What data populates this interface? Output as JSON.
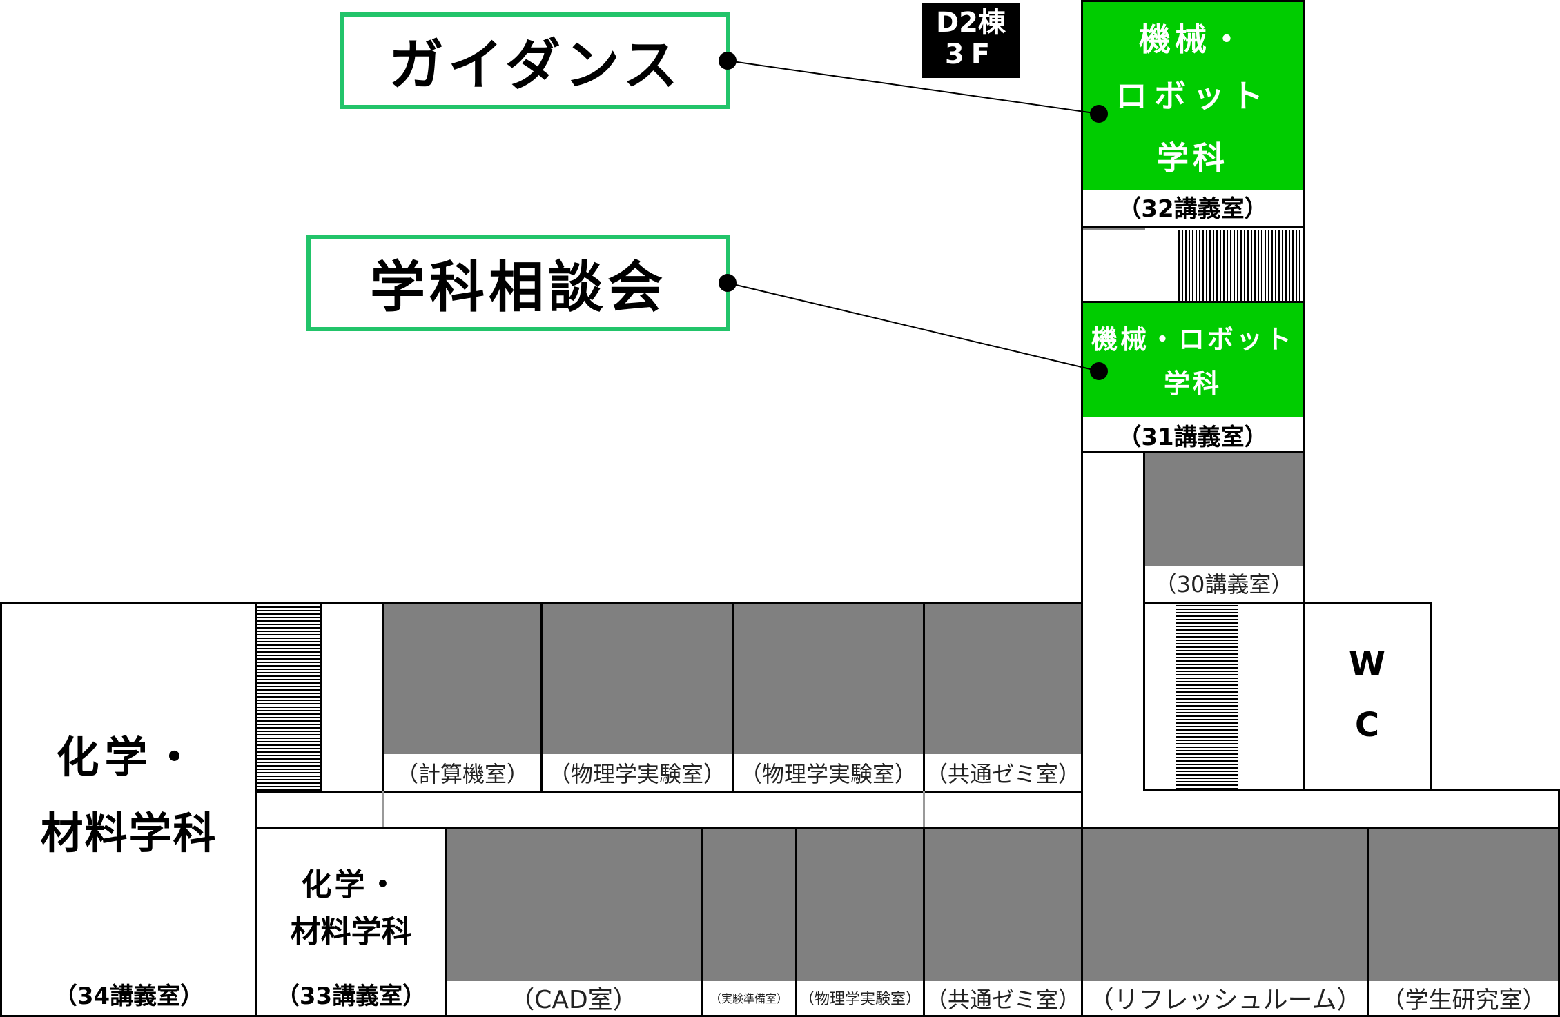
{
  "building": {
    "name": "D2棟",
    "floor": "3F"
  },
  "callouts": {
    "guidance": "ガイダンス",
    "consultation": "学科相談会"
  },
  "rooms": {
    "r32": {
      "dept_line1": "機械・",
      "dept_line2": "ロボット",
      "dept_line3": "学科",
      "name": "（32講義室）"
    },
    "r31": {
      "dept_line1": "機械・ロボット",
      "dept_line2": "学科",
      "name": "（31講義室）"
    },
    "r30": {
      "name": "（30講義室）"
    },
    "wc": {
      "line1": "W",
      "line2": "C"
    },
    "r34": {
      "dept_line1": "化学・",
      "dept_line2": "材料学科",
      "name": "（34講義室）"
    },
    "r33": {
      "dept_line1": "化学・",
      "dept_line2": "材料学科",
      "name": "（33講義室）"
    },
    "computing": {
      "name": "（計算機室）"
    },
    "physics1": {
      "name": "（物理学実験室）"
    },
    "physics2": {
      "name": "（物理学実験室）"
    },
    "seminar_top": {
      "name": "（共通ゼミ室）"
    },
    "cad": {
      "name": "（CAD室）"
    },
    "prep": {
      "name": "（実験準備室）"
    },
    "physics3": {
      "name": "（物理学実験室）"
    },
    "seminar_bottom": {
      "name": "（共通ゼミ室）"
    },
    "refresh": {
      "name": "（リフレッシュルーム）"
    },
    "student": {
      "name": "（学生研究室）"
    }
  },
  "colors": {
    "highlight_green": "#00CC00",
    "callout_border": "#22C46A",
    "room_gray": "#808080"
  }
}
